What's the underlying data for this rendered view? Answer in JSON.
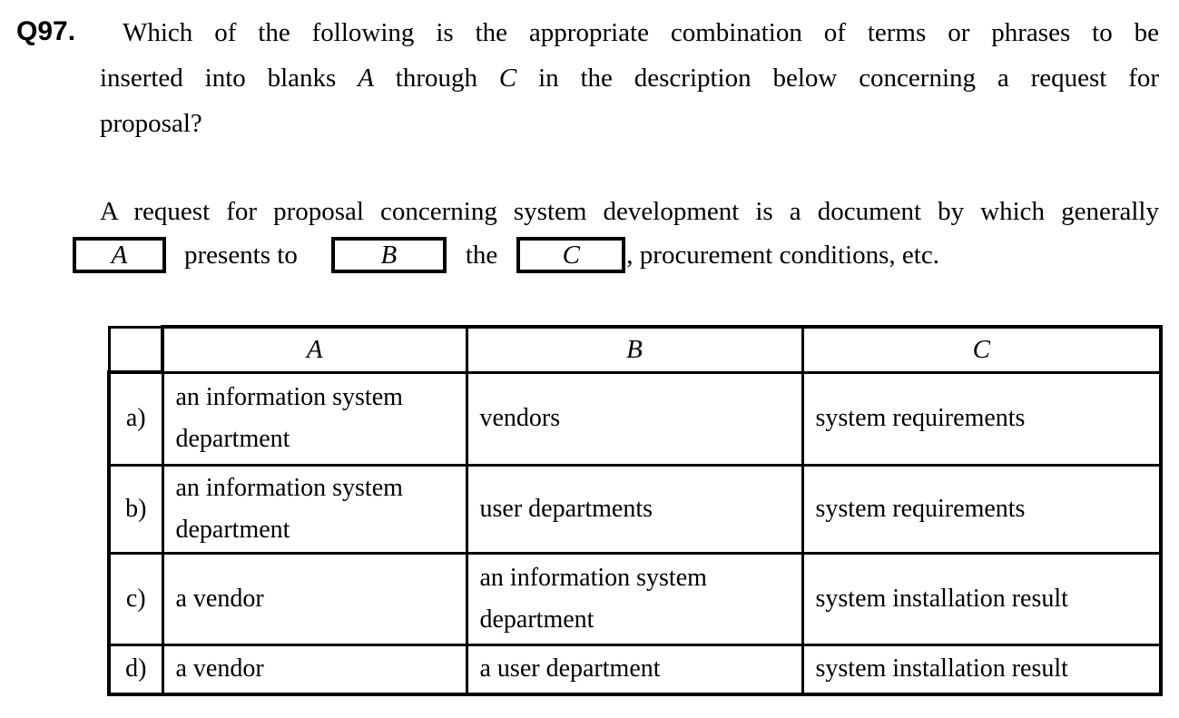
{
  "question": {
    "number": "Q97.",
    "line1": "Which of the following is the appropriate combination of terms or phrases to be",
    "line2": {
      "s1": "inserted into blanks",
      "s2": "A",
      "s3": "through",
      "s4": "C",
      "s5": "in the description below concerning a request for"
    },
    "line3": "proposal?"
  },
  "description": {
    "line1": "A request for proposal concerning system development is a document by which generally",
    "blank_a_label": "A",
    "text_presents": "presents to",
    "blank_b_label": "B",
    "text_the": "the",
    "blank_c_label": "C",
    "tail": ", procurement conditions, etc."
  },
  "table": {
    "headers": [
      "A",
      "B",
      "C"
    ],
    "rows": [
      {
        "label": "a)",
        "a": "an information system department",
        "b": "vendors",
        "c": "system requirements"
      },
      {
        "label": "b)",
        "a": "an information system department",
        "b": "user departments",
        "c": "system requirements"
      },
      {
        "label": "c)",
        "a": "a vendor",
        "b": "an information system department",
        "c": "system installation result"
      },
      {
        "label": "d)",
        "a": "a vendor",
        "b": "a user department",
        "c": "system installation result"
      }
    ]
  },
  "colors": {
    "text": "#000000",
    "background": "#ffffff",
    "border": "#000000"
  }
}
